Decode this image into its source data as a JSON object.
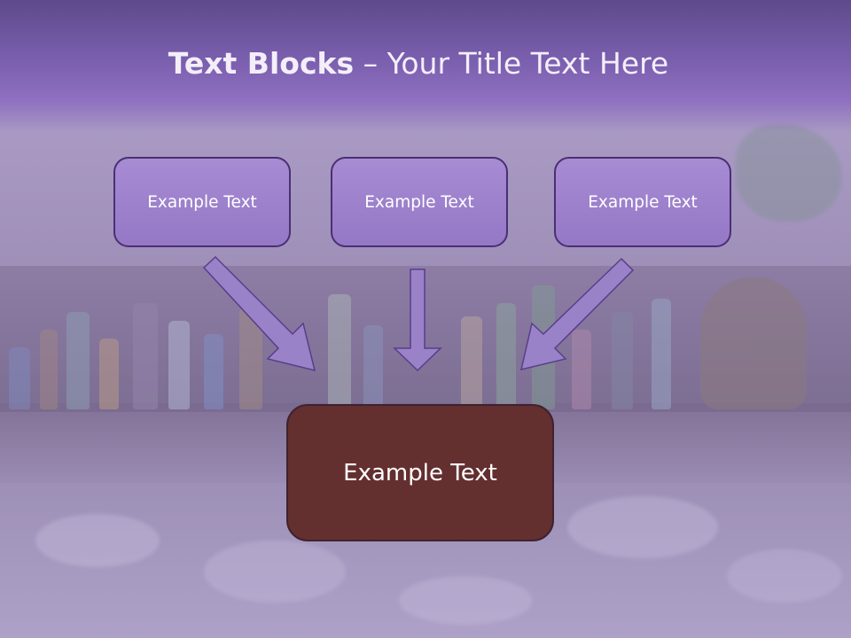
{
  "slide": {
    "title_bold": "Text Blocks",
    "title_separator": " – ",
    "title_rest": "Your Title Text Here",
    "boxes": [
      {
        "label": "Example Text"
      },
      {
        "label": "Example Text"
      },
      {
        "label": "Example Text"
      }
    ],
    "target_box": {
      "label": "Example Text"
    }
  },
  "colors": {
    "header": "#7a5fae",
    "small_box_fill": "#9d81cc",
    "small_box_border": "#4b2f73",
    "target_box_fill": "#642f2f",
    "arrow_fill": "#9a82c8",
    "arrow_stroke": "#5a3d8a"
  }
}
